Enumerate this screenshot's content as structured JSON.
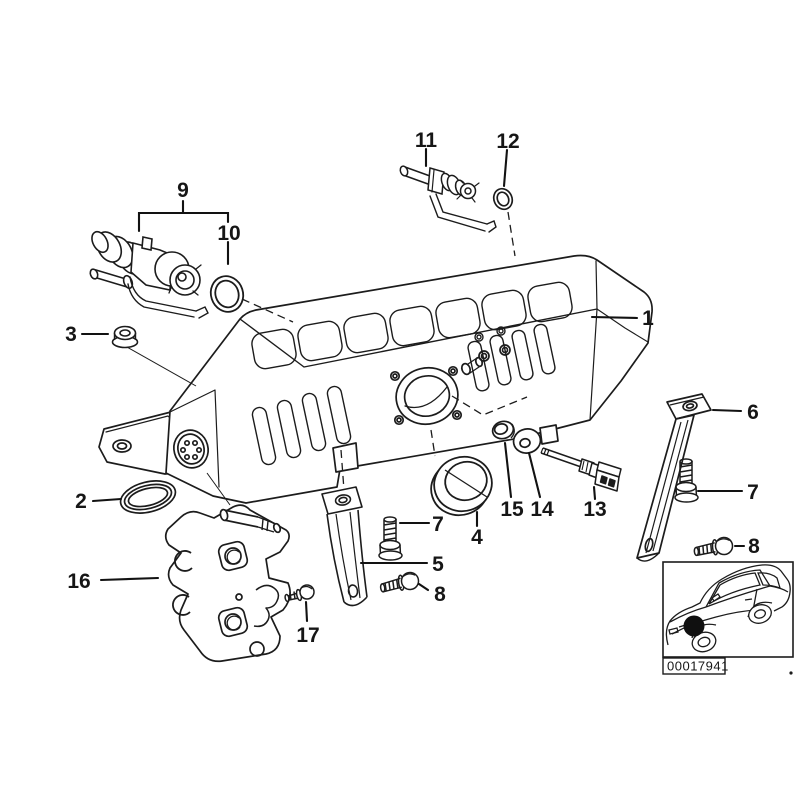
{
  "diagram": {
    "description": "Exploded parts diagram of an engine air intake manifold with numbered callouts",
    "background": "#ffffff",
    "line_color": "#1c1c1c",
    "callouts": {
      "c1": "1",
      "c2": "2",
      "c3": "3",
      "c4": "4",
      "c5": "5",
      "c6": "6",
      "c7": "7",
      "c8": "8",
      "c9": "9",
      "c10": "10",
      "c11": "11",
      "c12": "12",
      "c13": "13",
      "c14": "14",
      "c15": "15",
      "c16": "16",
      "c17": "17"
    },
    "stamp": {
      "part_number": "00017941"
    },
    "thumbnail": {
      "vehicle": "sedan-outline",
      "marker": "engine-location-dot"
    }
  }
}
